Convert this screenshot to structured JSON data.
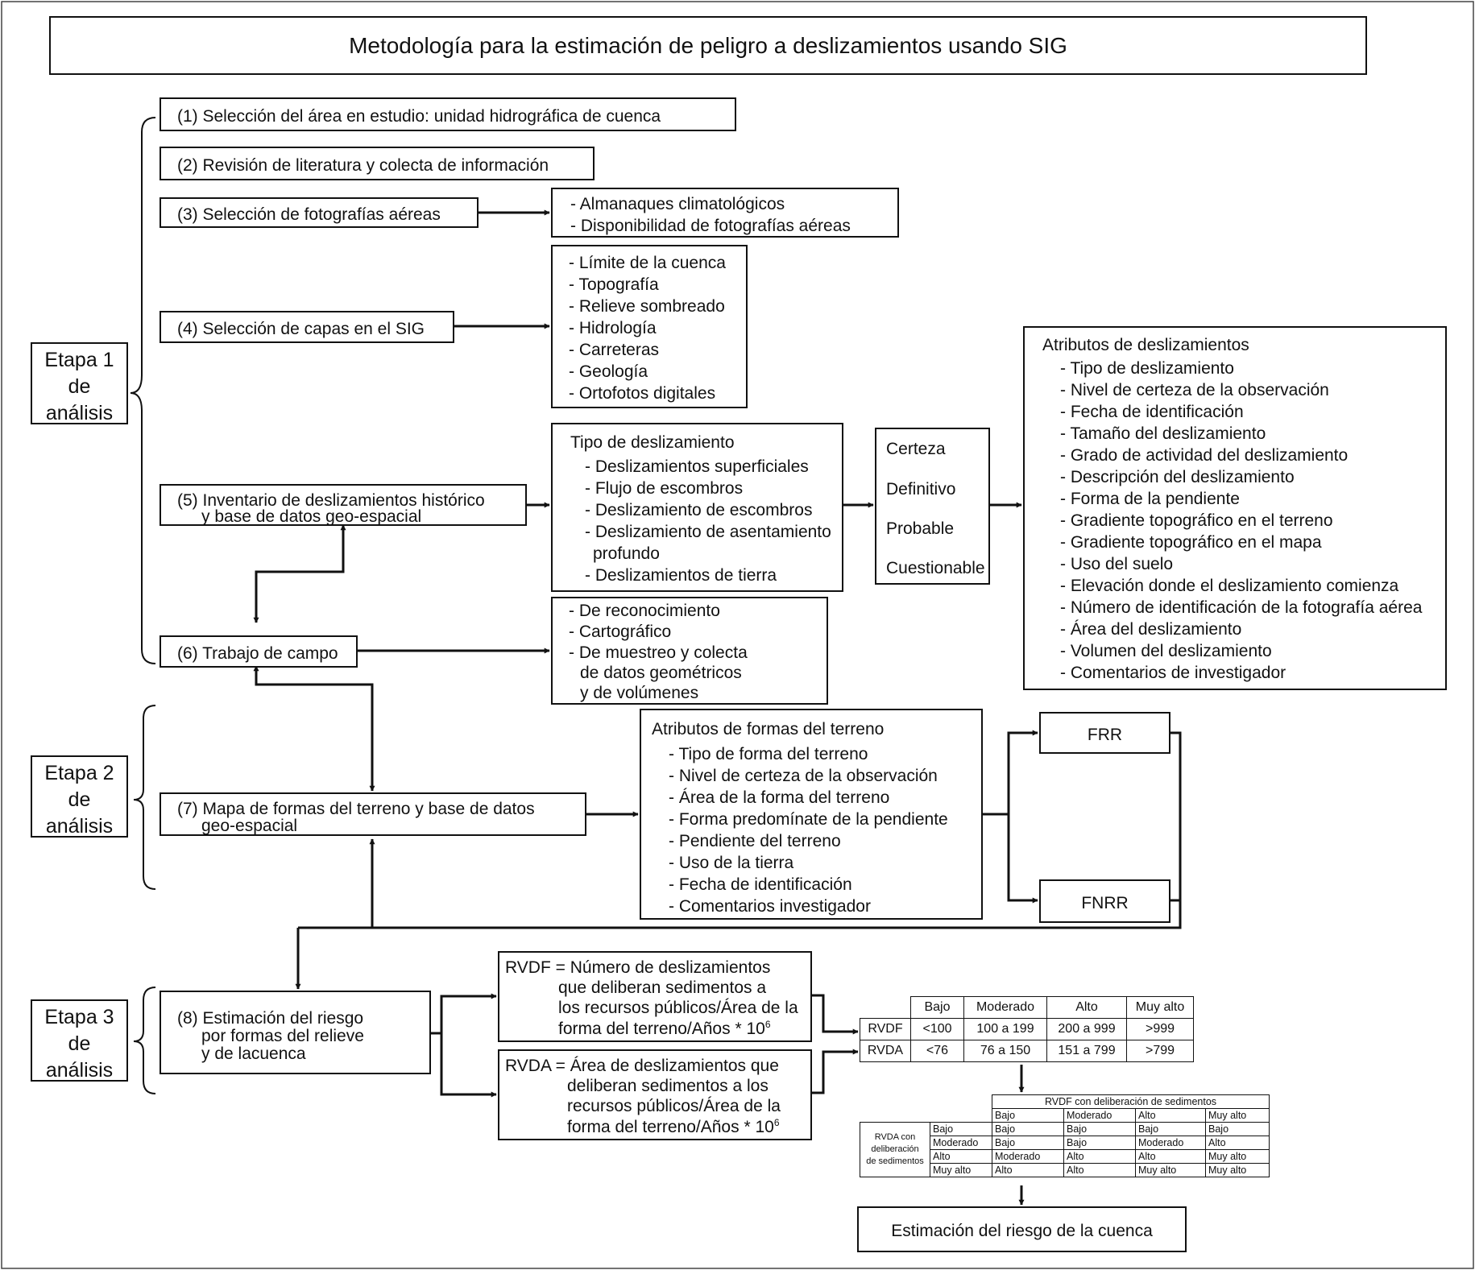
{
  "title": "Metodología para la estimación de peligro a deslizamientos usando SIG",
  "stages": {
    "etapa1": [
      "Etapa 1",
      "de",
      "análisis"
    ],
    "etapa2": [
      "Etapa 2",
      "de",
      "análisis"
    ],
    "etapa3": [
      "Etapa 3",
      "de",
      "análisis"
    ]
  },
  "steps": {
    "s1": "(1) Selección del área en estudio: unidad  hidrográfica de cuenca",
    "s2": "(2) Revisión de literatura y colecta de información",
    "s3": "(3) Selección de fotografías aéreas",
    "s4": "(4) Selección de capas en el SIG",
    "s5": [
      "(5) Inventario de deslizamientos histórico",
      "y base de datos geo-espacial"
    ],
    "s6": "(6) Trabajo de campo",
    "s7": [
      "(7) Mapa de formas del terreno  y base de datos",
      "geo-espacial"
    ],
    "s8": [
      "(8) Estimación del riesgo",
      "por formas del relieve",
      "y de lacuenca"
    ]
  },
  "photo_sources": [
    "- Almanaques climatológicos",
    "- Disponibilidad de fotografías aéreas"
  ],
  "gis_layers": [
    "- Límite de la cuenca",
    "- Topografía",
    "- Relieve sombreado",
    "- Hidrología",
    "- Carreteras",
    "- Geología",
    "- Ortofotos digitales"
  ],
  "landslide_types": {
    "heading": "Tipo de deslizamiento",
    "items": [
      "- Deslizamientos superficiales",
      "- Flujo de escombros",
      "- Deslizamiento de escombros",
      "- Deslizamiento de asentamiento",
      "profundo",
      "- Deslizamientos de tierra"
    ]
  },
  "certainty": [
    "Certeza",
    "Definitivo",
    "Probable",
    "Cuestionable"
  ],
  "landslide_attributes": {
    "heading": "Atributos de deslizamientos",
    "items": [
      "- Tipo de deslizamiento",
      "- Nivel de certeza de la observación",
      "- Fecha de identificación",
      "- Tamaño del deslizamiento",
      "- Grado de actividad del deslizamiento",
      "- Descripción del deslizamiento",
      "- Forma de la pendiente",
      "- Gradiente topográfico en el terreno",
      "- Gradiente topográfico en el mapa",
      "- Uso del suelo",
      "- Elevación donde el deslizamiento comienza",
      "- Número de identificación de la fotografía aérea",
      "- Área del deslizamiento",
      "- Volumen del deslizamiento",
      "- Comentarios de investigador"
    ]
  },
  "fieldwork": [
    "- De reconocimiento",
    "- Cartográfico",
    "- De muestreo y colecta",
    "de datos geométricos",
    "y de volúmenes"
  ],
  "terrain_attributes": {
    "heading": "Atributos de formas del terreno",
    "items": [
      "- Tipo de forma del terreno",
      "- Nivel de certeza de la observación",
      "- Área de la forma del terreno",
      "- Forma predomínate de la pendiente",
      "- Pendiente del terreno",
      "- Uso de la tierra",
      "- Fecha de identificación",
      "- Comentarios investigador"
    ]
  },
  "frr": "FRR",
  "fnrr": "FNRR",
  "rvdf_def": [
    "RVDF = Número de deslizamientos",
    "que deliberan  sedimentos a",
    "los recursos públicos/Área de la",
    "forma del terreno/Años * 10"
  ],
  "rvda_def": [
    "RVDA = Área de deslizamientos que",
    "deliberan  sedimentos a los",
    "recursos públicos/Área de la",
    "forma del terreno/Años * 10"
  ],
  "exponent": "6",
  "class_table": {
    "headers": [
      "Bajo",
      "Moderado",
      "Alto",
      "Muy alto"
    ],
    "rows": [
      {
        "label": "RVDF",
        "values": [
          "<100",
          "100 a 199",
          "200 a 999",
          ">999"
        ]
      },
      {
        "label": "RVDA",
        "values": [
          "<76",
          "76 a 150",
          "151 a 799",
          ">799"
        ]
      }
    ]
  },
  "matrix": {
    "col_title": "RVDF con deliberación de sedimentos",
    "row_title": [
      "RVDA con",
      "deliberación",
      "de sedimentos"
    ],
    "levels": [
      "Bajo",
      "Moderado",
      "Alto",
      "Muy alto"
    ],
    "rows": [
      [
        "Bajo",
        "Bajo",
        "Bajo",
        "Bajo"
      ],
      [
        "Bajo",
        "Bajo",
        "Moderado",
        "Alto"
      ],
      [
        "Moderado",
        "Alto",
        "Alto",
        "Muy alto"
      ],
      [
        "Alto",
        "Alto",
        "Muy alto",
        "Muy alto"
      ]
    ]
  },
  "final": "Estimación del riesgo de la cuenca"
}
